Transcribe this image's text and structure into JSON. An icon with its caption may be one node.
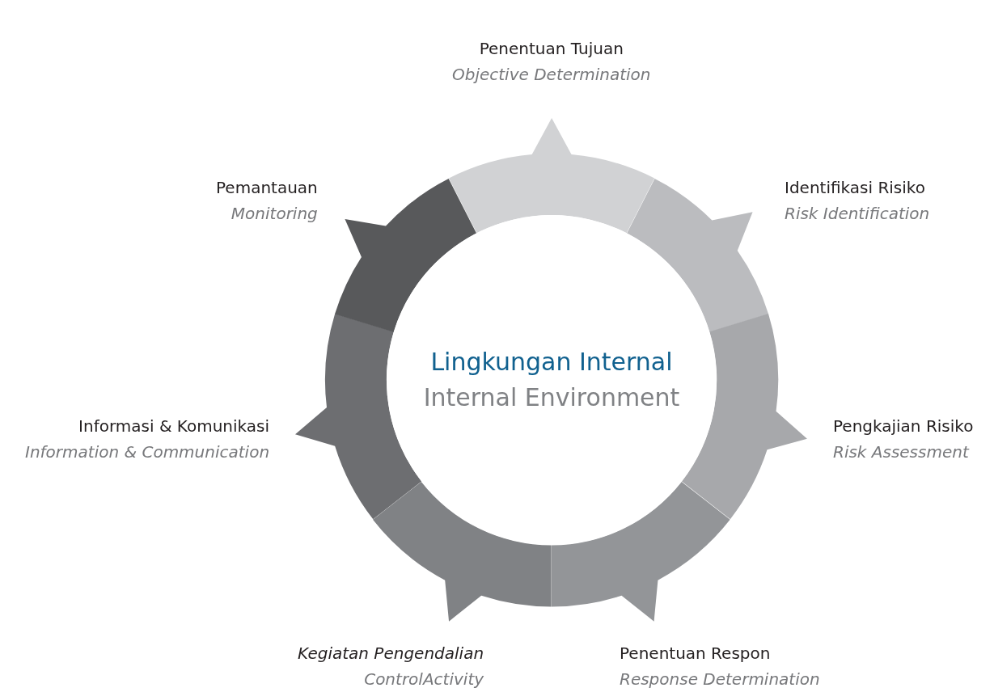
{
  "diagram": {
    "nodes": [
      {
        "text": [
          "Lingkungan Internal",
          "Internal Environment"
        ]
      },
      {
        "text": [
          "Penentuan Tujuan",
          "Objective Determination"
        ]
      },
      {
        "text": [
          "Identifikasi Risiko",
          "Risk Identification"
        ]
      },
      {
        "text": [
          "Pengkajian Risiko",
          "Risk Assessment"
        ]
      },
      {
        "text": [
          "Penentuan Respon",
          "Response Determination"
        ]
      },
      {
        "text": [
          "Kegiatan Pengendalian",
          "ControlActivity"
        ]
      },
      {
        "text": [
          "Informasi & Komunikasi",
          "Information & Communication"
        ]
      },
      {
        "text": [
          "Pemantauan",
          "Monitoring"
        ]
      }
    ]
  }
}
